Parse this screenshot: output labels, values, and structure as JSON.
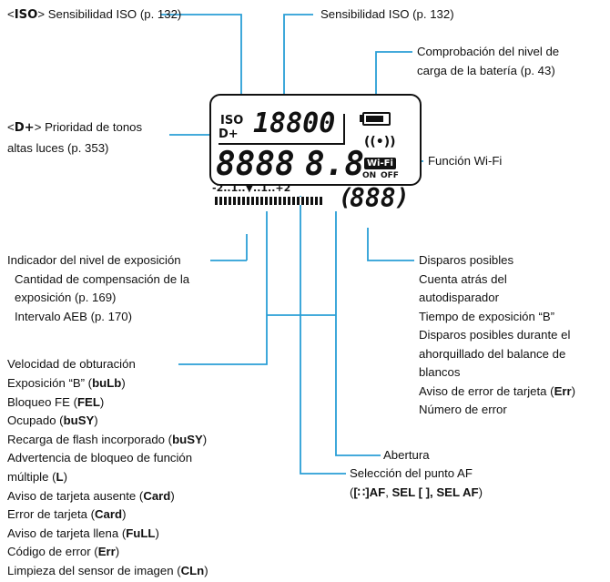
{
  "labels": {
    "iso_mode_icon": "ISO",
    "iso_mode_text": "> Sensibilidad ISO (p. 132)",
    "iso_value": "Sensibilidad ISO (p. 132)",
    "battery_1": "Comprobación del nivel de",
    "battery_2": "carga de la batería (p. 43)",
    "dplus_icon": "D+",
    "dplus_text_1": "> Prioridad de tonos",
    "dplus_text_2": "altas luces (p. 353)",
    "wifi": "Función Wi-Fi",
    "exposure": "Indicador del nivel de exposición",
    "exp_comp_1": "Cantidad de compensación de la",
    "exp_comp_2": "exposición (p. 169)",
    "aeb": "Intervalo AEB (p. 170)",
    "shots_1": "Disparos posibles",
    "shots_2": "Cuenta atrás del",
    "shots_3": "autodisparador",
    "shots_4": "Tiempo de exposición “B”",
    "shots_5": "Disparos posibles durante el",
    "shots_6": "ahorquillado del balance de",
    "shots_7": "blancos",
    "shots_8_pre": "Aviso de error de tarjeta (",
    "shots_8_bold": "Err",
    "shots_8_post": ")",
    "shots_9": "Número de error",
    "aperture": "Abertura",
    "af_1": "Selección del punto AF",
    "af_2a": "(",
    "af_2b": "AF",
    "af_2c": ", ",
    "af_2d": "SEL",
    "af_2e": " [ ], ",
    "af_2f": "SEL AF",
    "af_2g": ")",
    "speed_1": "Velocidad de obturación",
    "speed_2_pre": "Exposición “B” (",
    "speed_2_bold": "buLb",
    "speed_3_pre": "Bloqueo FE (",
    "speed_3_bold": "FEL",
    "speed_4_pre": "Ocupado (",
    "speed_4_bold": "buSY",
    "speed_5_pre": "Recarga de flash incorporado (",
    "speed_5_bold": "buSY",
    "speed_6": "Advertencia de bloqueo de función",
    "speed_7_pre": "múltiple (",
    "speed_7_bold": "L",
    "speed_8_pre": "Aviso de tarjeta ausente (",
    "speed_8_bold": "Card",
    "speed_9_pre": "Error de tarjeta (",
    "speed_9_bold": "Card",
    "speed_10_pre": "Aviso de tarjeta llena (",
    "speed_10_bold": "FuLL",
    "speed_11_pre": "Código de error (",
    "speed_11_bold": "Err",
    "speed_12_pre": "Limpieza del sensor de imagen (",
    "speed_12_bold": "CLn",
    "close_paren": ")",
    "open_angle": "<"
  },
  "lcd": {
    "iso_label": "ISO",
    "iso_digits": "18800",
    "dplus_label": "D+",
    "shutter_digits": "8888",
    "aperture_digits": "8.8",
    "wifi_badge": "Wi-Fi",
    "wifi_on": "ON",
    "wifi_off": "OFF",
    "scale": "-2..1..▼..1..+2",
    "shots_digits": "888",
    "shots_open": "(",
    "shots_close": ")"
  },
  "colors": {
    "leader_line": "#2a9fd6",
    "lcd_ink": "#111111"
  }
}
